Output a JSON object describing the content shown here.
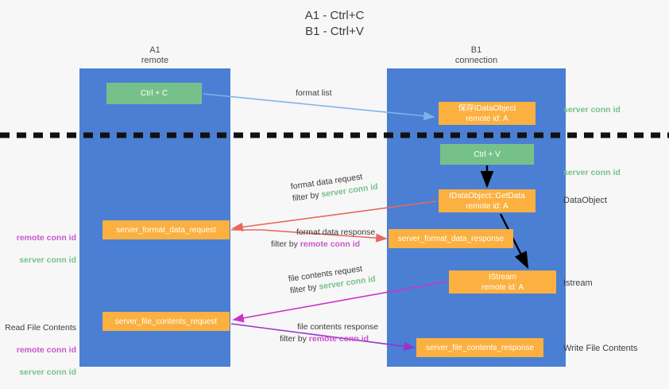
{
  "title": "A1 - Ctrl+C\nB1 - Ctrl+V",
  "lanes": [
    {
      "name": "A1",
      "role": "remote",
      "label": "A1\nremote"
    },
    {
      "name": "B1",
      "role": "connection",
      "label": "B1\nconnection"
    }
  ],
  "colors": {
    "lane": "#4a7fd4",
    "green_box": "#76c18a",
    "orange_box": "#fbb040",
    "green_text": "#76c18a",
    "purple_text": "#cc55cc",
    "background": "#f7f7f7",
    "arrow_blue": "#7fb3e8",
    "arrow_red": "#e8685c",
    "arrow_magenta": "#cc33cc",
    "arrow_purple": "#9933cc",
    "arrow_black": "#000000"
  },
  "boxes": {
    "ctrl_c": "Ctrl + C",
    "ctrl_v": "Ctrl + V",
    "idataobject": "保存IDataObject\nremote id: A",
    "getdata": "IDataObject::GetData\nremote id: A",
    "istream": "IStream\nremote id: A",
    "server_format_data_request": "server_format_data_request",
    "server_format_data_response": "server_format_data_response",
    "server_file_contents_request": "server_file_contents_request",
    "server_file_contents_response": "server_file_contents_response"
  },
  "edge_labels": {
    "format_list": "format list",
    "format_data_request": "format data request",
    "format_data_request_filter_prefix": "filter by ",
    "format_data_request_filter_value": "server conn id",
    "format_data_response": "format data response",
    "format_data_response_filter_prefix": "filter by ",
    "format_data_response_filter_value": "remote conn id",
    "file_contents_request": "file contents request",
    "file_contents_request_filter_prefix": "filter by ",
    "file_contents_request_filter_value": "server conn id",
    "file_contents_response": "file contents response",
    "file_contents_response_filter_prefix": "filter by ",
    "file_contents_response_filter_value": "remote conn id"
  },
  "side_labels": {
    "right": {
      "server_conn_id_top": "server conn id",
      "server_conn_id_mid": "server conn id",
      "dataobject": "DataObject",
      "istream": "Istream",
      "write_file_contents": "Write File Contents"
    },
    "left": {
      "remote_conn_id_1": "remote conn id",
      "server_conn_id_1": "server conn id",
      "read_file_contents": "Read File Contents",
      "remote_conn_id_2": "remote conn id",
      "server_conn_id_2": "server conn id"
    }
  }
}
